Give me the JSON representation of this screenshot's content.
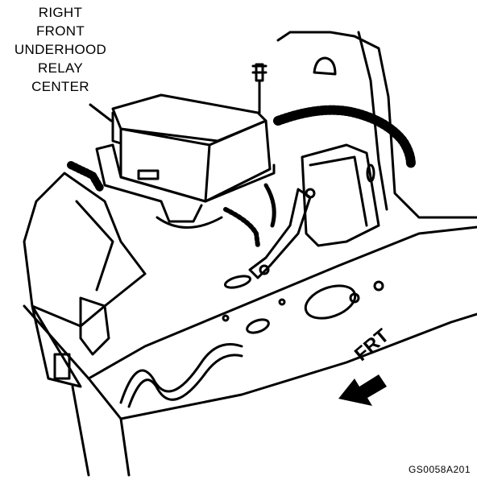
{
  "diagram": {
    "callout_lines": [
      "RIGHT",
      "FRONT",
      "UNDERHOOD",
      "RELAY",
      "CENTER"
    ],
    "direction_label": "FRT",
    "figure_code": "GS0058A201",
    "line_color": "#000000",
    "background_color": "#ffffff"
  }
}
